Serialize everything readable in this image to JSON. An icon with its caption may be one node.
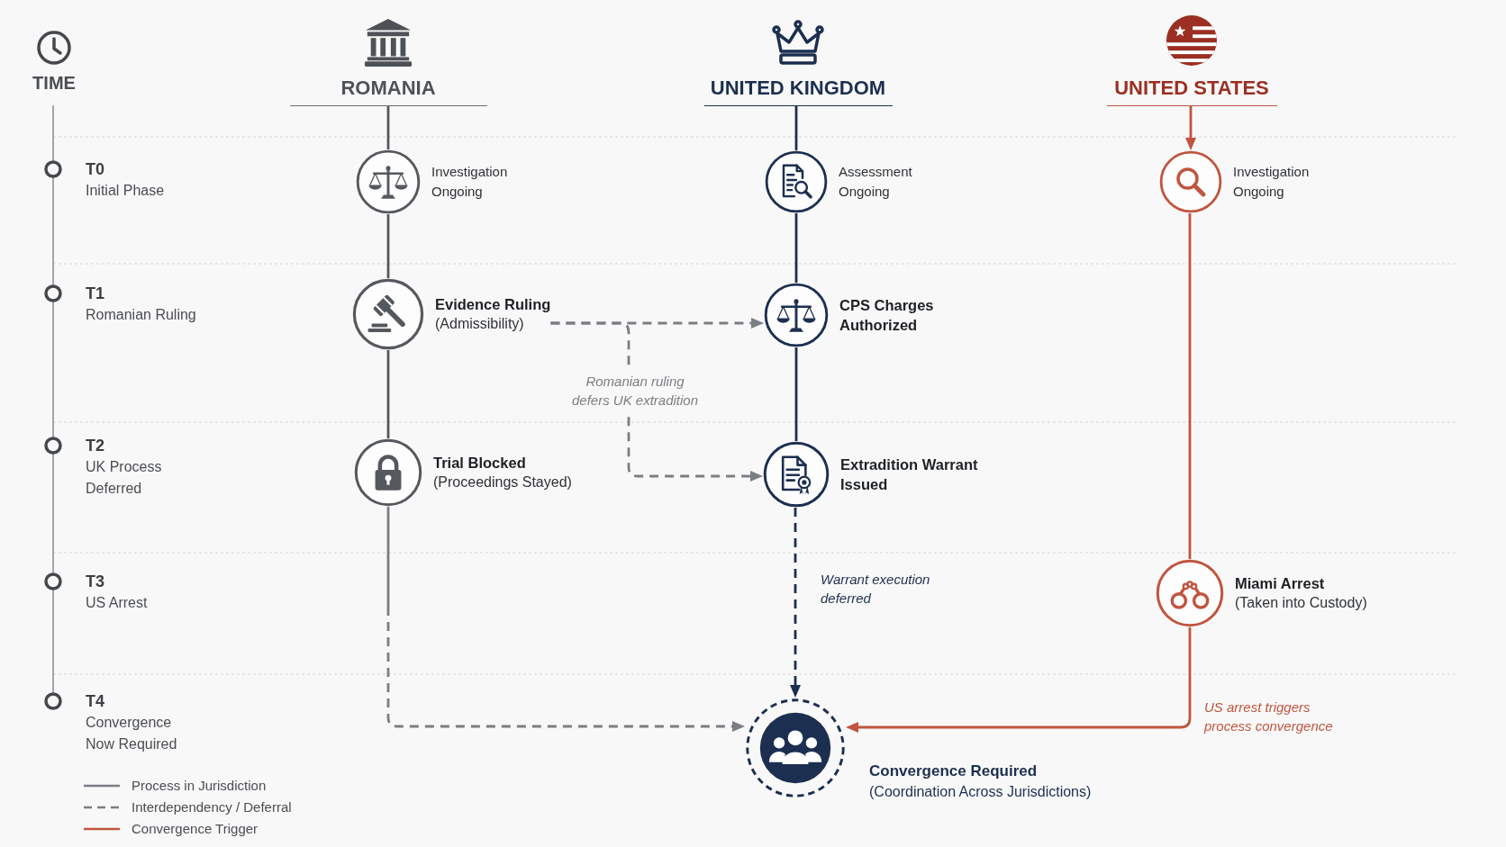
{
  "diagram": {
    "nodes": [
      {
        "text": [
          "ROMANIA"
        ]
      },
      {
        "text": [
          "UNITED KINGDOM"
        ]
      },
      {
        "text": [
          "UNITED STATES"
        ]
      },
      {
        "text": [
          "Investigation Ongoing"
        ]
      },
      {
        "text": [
          "Assessment Ongoing"
        ]
      },
      {
        "text": [
          "Investigation Ongoing"
        ]
      },
      {
        "text": [
          "Evidence Ruling",
          "(Admissibility)"
        ]
      },
      {
        "text": [
          "CPS Charges Authorized"
        ]
      },
      {
        "text": [
          "Trial Blocked",
          "(Proceedings Stayed)"
        ]
      },
      {
        "text": [
          "Extradition Warrant Issued"
        ]
      },
      {
        "text": [
          "Miami Arrest",
          "(Taken into Custody)"
        ]
      },
      {
        "text": [],
        "shape": "circle",
        "beside": [
          "Convergence Required",
          "(Coordination Across Jurisdictions)"
        ]
      }
    ],
    "edges": [
      {
        "from": 0,
        "to": 3,
        "arrow": "none"
      },
      {
        "from": 1,
        "to": 4,
        "arrow": "none",
        "color": "#1c2f50"
      },
      {
        "from": 2,
        "to": 5,
        "arrow": "to",
        "color": "#c0553f"
      },
      {
        "from": 3,
        "to": 6,
        "arrow": "none"
      },
      {
        "from": 4,
        "to": 7,
        "arrow": "none",
        "color": "#1c2f50"
      },
      {
        "from": 5,
        "to": 10,
        "arrow": "none",
        "color": "#c0553f"
      },
      {
        "from": 6,
        "to": 8,
        "arrow": "none"
      },
      {
        "from": 7,
        "to": 9,
        "arrow": "none",
        "color": "#1c2f50"
      },
      {
        "from": 6,
        "to": 7,
        "arrow": "to",
        "style": "dashed",
        "color": "#7b7e83"
      },
      {
        "from": 6,
        "to": 9,
        "arrow": "to",
        "style": "dashed",
        "color": "#7b7e83",
        "label": "Romanian ruling defers UK extradition"
      },
      {
        "from": 8,
        "to": 11,
        "arrow": "to",
        "style": "dashed",
        "color": "#7b7e83"
      },
      {
        "from": 9,
        "to": 11,
        "arrow": "to",
        "style": "dashed",
        "color": "#1c2f50",
        "label": "Warrant execution deferred"
      },
      {
        "from": 10,
        "to": 11,
        "arrow": "to",
        "color": "#c0553f",
        "label": "US arrest triggers process convergence"
      }
    ],
    "labels": [
      "TIME",
      "T0",
      "Initial Phase",
      "T1",
      "Romanian Ruling",
      "T2",
      "UK Process Deferred",
      "T3",
      "US Arrest",
      "T4",
      "Convergence Now Required"
    ],
    "legend": [
      {
        "text": "Process in Jurisdiction"
      },
      {
        "text": "Interdependency / Deferral"
      },
      {
        "text": "Convergence Trigger"
      }
    ]
  }
}
